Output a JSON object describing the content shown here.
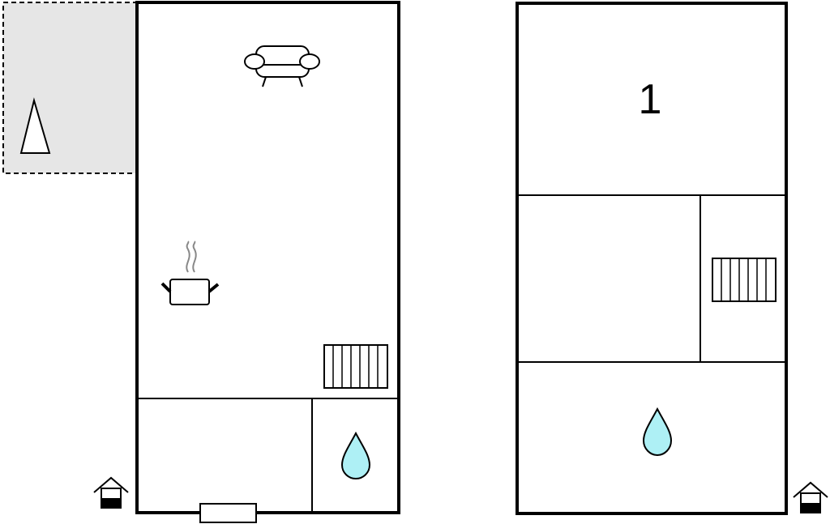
{
  "floor_plan": {
    "floors": [
      {
        "name": "ground-floor",
        "rooms": [
          {
            "id": "terrace",
            "icons": [
              "tree-icon"
            ]
          },
          {
            "id": "living-room",
            "icons": [
              "sofa-icon",
              "cooking-pot-icon",
              "stairs-icon"
            ]
          },
          {
            "id": "hallway",
            "icons": [
              "door-icon",
              "entrance-icon"
            ]
          },
          {
            "id": "bathroom",
            "icons": [
              "water-drop-icon"
            ]
          }
        ]
      },
      {
        "name": "upper-floor",
        "rooms": [
          {
            "id": "bedroom-1",
            "label": "1",
            "icons": []
          },
          {
            "id": "landing",
            "icons": []
          },
          {
            "id": "stairwell",
            "icons": [
              "stairs-icon"
            ]
          },
          {
            "id": "bathroom",
            "icons": [
              "water-drop-icon",
              "entrance-icon"
            ]
          }
        ]
      }
    ],
    "colors": {
      "wall": "#000000",
      "terrace_fill": "#e6e6e6",
      "water": "#aef0f5",
      "steam": "#888888",
      "background": "#ffffff"
    }
  }
}
